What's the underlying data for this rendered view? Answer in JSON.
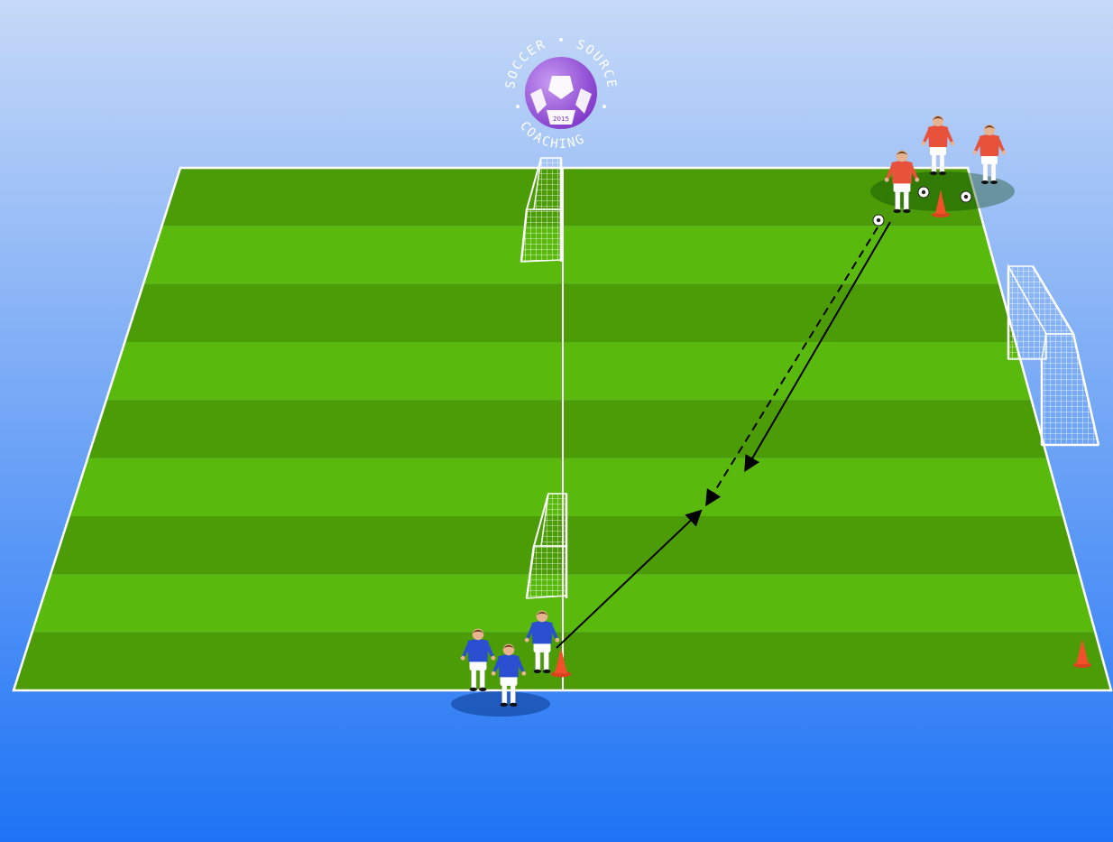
{
  "logo": {
    "top_text": "SOCCER",
    "right_text": "SOURCE",
    "bottom_text": "COACHING",
    "ball_year": "2015",
    "ball_color": "#9b4fe0"
  },
  "colors": {
    "sky_top": "#c6d9f7",
    "sky_bottom": "#1e73f5",
    "grass_dark": "#4c9c08",
    "grass_light": "#5ab90d",
    "line": "#ffffff",
    "team_red": "#e8513a",
    "team_blue": "#2a4fd0",
    "cone": "#f0502a"
  },
  "pitch": {
    "stripes": 9
  },
  "teams": [
    {
      "name": "red",
      "players": 3
    },
    {
      "name": "blue",
      "players": 3
    }
  ],
  "goals": [
    "goal-top-center",
    "goal-bottom-center",
    "goal-right"
  ],
  "cones": [
    "cone-red-start",
    "cone-blue-start",
    "cone-bottom-right"
  ],
  "balls": 3,
  "arrows": [
    {
      "name": "pass-dashed",
      "style": "dashed"
    },
    {
      "name": "run-solid-red",
      "style": "solid"
    },
    {
      "name": "run-solid-blue",
      "style": "solid"
    }
  ]
}
